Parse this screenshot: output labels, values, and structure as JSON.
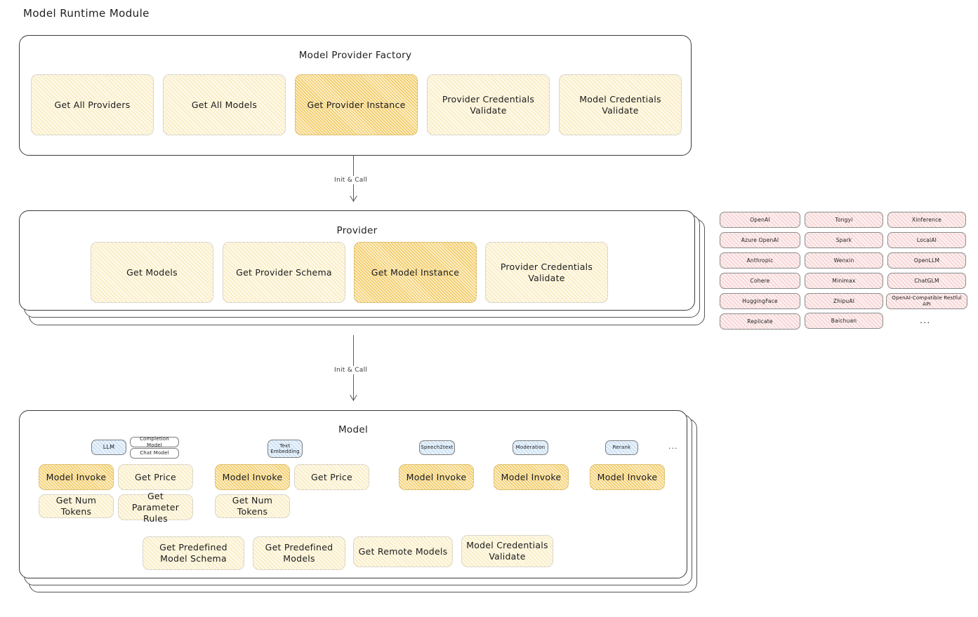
{
  "page": {
    "title": "Model Runtime Module"
  },
  "colors": {
    "highlight": "#fbedc4",
    "light": "#fdf8e6",
    "pink": "#fdeeee",
    "blue": "#e8f2fb",
    "stroke": "#3b3b3b"
  },
  "factory": {
    "title": "Model Provider Factory",
    "nodes": [
      {
        "label": "Get All Providers",
        "highlighted": false
      },
      {
        "label": "Get All Models",
        "highlighted": false
      },
      {
        "label": "Get Provider Instance",
        "highlighted": true
      },
      {
        "label": "Provider Credentials Validate",
        "highlighted": false
      },
      {
        "label": "Model Credentials Validate",
        "highlighted": false
      }
    ]
  },
  "arrows": [
    {
      "label": "Init & Call"
    },
    {
      "label": "Init & Call"
    }
  ],
  "provider": {
    "title": "Provider",
    "nodes": [
      {
        "label": "Get Models",
        "highlighted": false
      },
      {
        "label": "Get Provider Schema",
        "highlighted": false
      },
      {
        "label": "Get Model Instance",
        "highlighted": true
      },
      {
        "label": "Provider Credentials Validate",
        "highlighted": false
      }
    ]
  },
  "provider_list": {
    "columns": [
      [
        "OpenAI",
        "Azure OpenAI",
        "Anthropic",
        "Cohere",
        "HuggingFace",
        "Replicate"
      ],
      [
        "Tongyi",
        "Spark",
        "Wenxin",
        "Minimax",
        "ZhipuAI",
        "Baichuan"
      ],
      [
        "Xinference",
        "LocalAI",
        "OpenLLM",
        "ChatGLM",
        "OpenAI-Compatible Restful API"
      ]
    ],
    "more": "..."
  },
  "model": {
    "title": "Model",
    "more": "...",
    "types": [
      {
        "badge": "LLM",
        "subtypes": [
          "Completion Model",
          "Chat Model"
        ],
        "nodes": [
          {
            "label": "Model Invoke",
            "highlighted": true
          },
          {
            "label": "Get Price",
            "highlighted": false
          },
          {
            "label": "Get Num Tokens",
            "highlighted": false
          },
          {
            "label": "Get Parameter Rules",
            "highlighted": false
          }
        ]
      },
      {
        "badge": "Text Embedding",
        "subtypes": [],
        "nodes": [
          {
            "label": "Model Invoke",
            "highlighted": true
          },
          {
            "label": "Get Price",
            "highlighted": false
          },
          {
            "label": "Get Num Tokens",
            "highlighted": false
          }
        ]
      },
      {
        "badge": "Speech2text",
        "subtypes": [],
        "nodes": [
          {
            "label": "Model Invoke",
            "highlighted": true
          }
        ]
      },
      {
        "badge": "Moderation",
        "subtypes": [],
        "nodes": [
          {
            "label": "Model Invoke",
            "highlighted": true
          }
        ]
      },
      {
        "badge": "Rerank",
        "subtypes": [],
        "nodes": [
          {
            "label": "Model Invoke",
            "highlighted": true
          }
        ]
      }
    ],
    "common_nodes": [
      {
        "label": "Get Predefined Model Schema"
      },
      {
        "label": "Get Predefined Models"
      },
      {
        "label": "Get Remote Models"
      },
      {
        "label": "Model Credentials Validate"
      }
    ]
  }
}
